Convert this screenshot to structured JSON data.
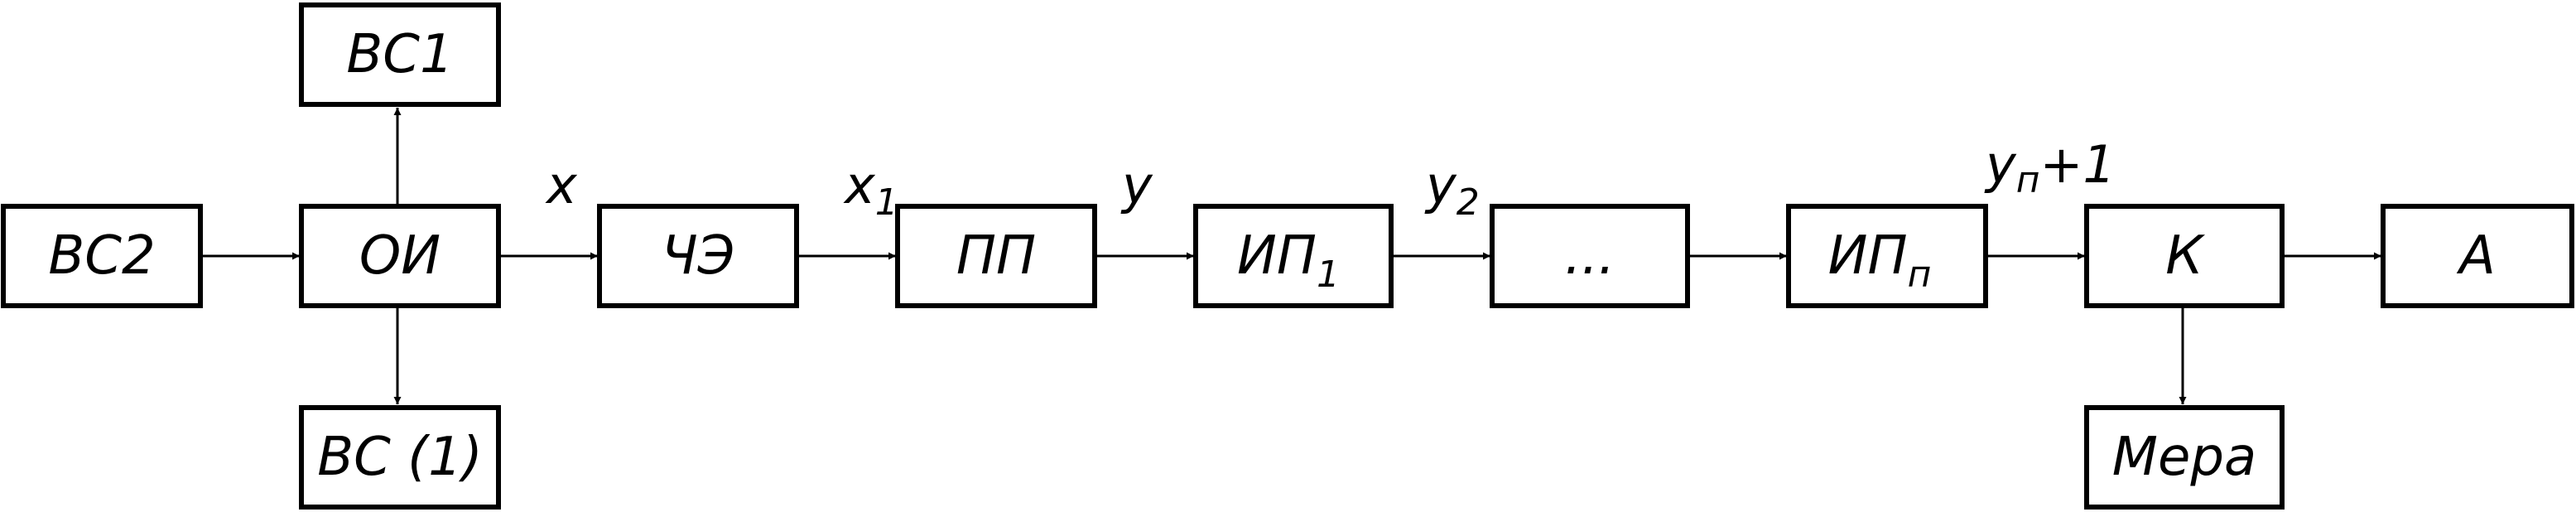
{
  "diagram": {
    "blocks": {
      "vs1": {
        "label": "ВС1"
      },
      "vs2": {
        "label": "ВС2"
      },
      "oi": {
        "label": "ОИ"
      },
      "vsn": {
        "label": "ВС (1)"
      },
      "che": {
        "label": "ЧЭ"
      },
      "pp": {
        "label": "ПП"
      },
      "ip1": {
        "label": "ИП",
        "sub": "1"
      },
      "dots": {
        "label": "..."
      },
      "ipn": {
        "label": "ИП",
        "sub": "п"
      },
      "k": {
        "label": "К"
      },
      "a": {
        "label": "А"
      },
      "mera": {
        "label": "Мера"
      }
    },
    "signals": {
      "x": {
        "label": "x"
      },
      "x1": {
        "label": "x",
        "sub": "1"
      },
      "y": {
        "label": "y"
      },
      "y2": {
        "label": "y",
        "sub": "2"
      },
      "yn": {
        "label": "y",
        "sub": "п",
        "suffix": "+1"
      }
    }
  }
}
